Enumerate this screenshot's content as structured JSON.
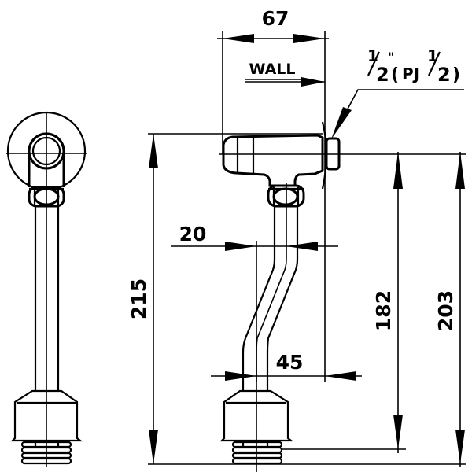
{
  "drawing": {
    "title": "Flush valve pipe dimension drawing",
    "units": "mm",
    "line_color": "#000000",
    "background": "#ffffff"
  },
  "dimensions": {
    "top_width": "67",
    "wall_label": "WALL",
    "thread": {
      "numerator_1": "1",
      "denominator_1": "2",
      "inch_mark": "\"",
      "open_paren": "(",
      "pj": "PJ",
      "numerator_2": "1",
      "denominator_2": "2",
      "close_paren": ")"
    },
    "offset_upper": "20",
    "offset_lower": "45",
    "total_height": "215",
    "height_inner": "182",
    "height_outer": "203"
  }
}
